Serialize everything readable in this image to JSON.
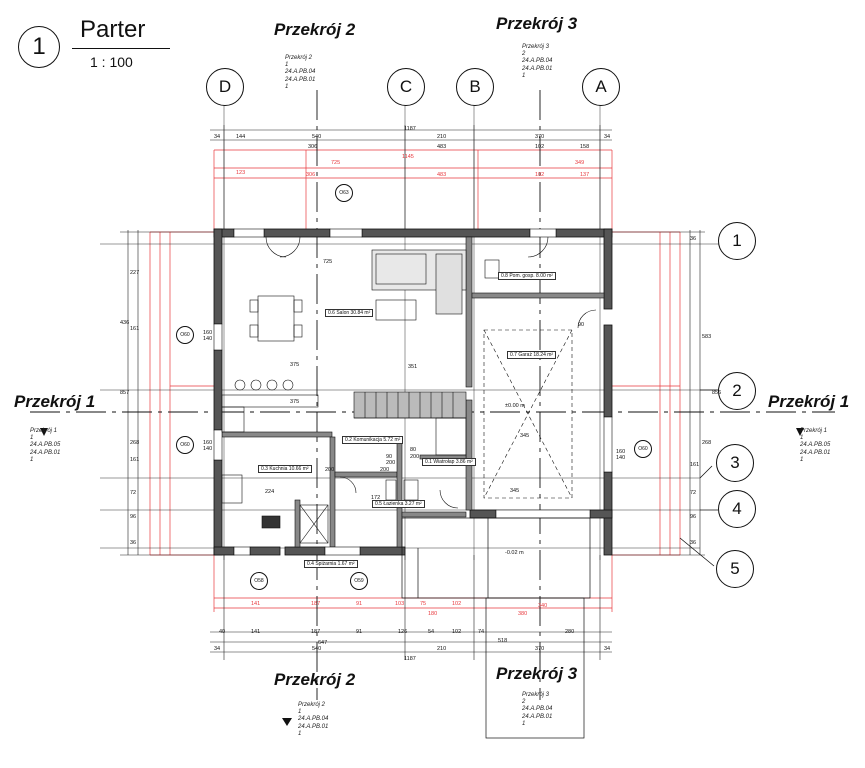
{
  "title": {
    "number": "1",
    "name": "Parter",
    "scale": "1 : 100"
  },
  "sections": {
    "s1_left": {
      "title": "Przekrój 1",
      "lines": "Przekrój 1\n1\n24.A.PB.05\n24.A.PB.01\n1"
    },
    "s1_right": {
      "title": "Przekrój 1",
      "lines": "Przekrój 1\n1\n24.A.PB.05\n24.A.PB.01\n1"
    },
    "s2_top": {
      "title": "Przekrój 2",
      "lines": "Przekrój 2\n1\n24.A.PB.04\n24.A.PB.01\n1"
    },
    "s2_bottom": {
      "title": "Przekrój 2",
      "lines": "Przekrój 2\n1\n24.A.PB.04\n24.A.PB.01\n1"
    },
    "s3_top": {
      "title": "Przekrój 3",
      "lines": "Przekrój 3\n2\n24.A.PB.04\n24.A.PB.01\n1"
    },
    "s3_bottom": {
      "title": "Przekrój 3",
      "lines": "Przekrój 3\n2\n24.A.PB.04\n24.A.PB.01\n1"
    }
  },
  "grid_columns": [
    "D",
    "C",
    "B",
    "A"
  ],
  "grid_rows": [
    "1",
    "2",
    "3",
    "4",
    "5"
  ],
  "rooms": {
    "salon": "0.6  Salon  30.84 m²",
    "pom_gosp": "0.8  Pom. gosp.  8.00 m²",
    "garaz": "0.7  Garaż  18.24 m²",
    "kuchnia": "0.3  Kuchnia  10.66 m²",
    "komunikacja": "0.2  Komunikacja  5.72 m²",
    "wiatrolap": "0.1  Wiatrołap  3.86 m²",
    "lazienka": "0.5  Łazienka  3.27 m²",
    "spizarnia": "0.4  Spiżarnia  1.67 m²"
  },
  "windows": [
    "O63",
    "O60",
    "O60",
    "O60",
    "O58",
    "O59"
  ],
  "dims": {
    "top1": [
      "34",
      "144",
      "540",
      "210",
      "370",
      "34",
      "1187"
    ],
    "top2": [
      "306",
      "483",
      "102",
      "158"
    ],
    "top_red": [
      "725",
      "1145",
      "349",
      "123",
      "306",
      "483",
      "102",
      "137"
    ],
    "bottom1": [
      "40",
      "141",
      "187",
      "91",
      "126",
      "54",
      "102",
      "74",
      "518",
      "280"
    ],
    "bottom2": [
      "34",
      "540",
      "210",
      "370",
      "34",
      "1187",
      "647"
    ],
    "bottom_red": [
      "141",
      "187",
      "91",
      "103",
      "75",
      "102",
      "180",
      "380",
      "340"
    ],
    "left": [
      "227",
      "436",
      "161",
      "857",
      "268",
      "161",
      "72",
      "96",
      "36"
    ],
    "right": [
      "36",
      "583",
      "856",
      "268",
      "161",
      "72",
      "96",
      "36"
    ],
    "interior": [
      "725",
      "375",
      "351",
      "375",
      "345",
      "224",
      "172",
      "80",
      "200",
      "345",
      "200",
      "90",
      "200",
      "160",
      "140",
      "160",
      "140",
      "160",
      "140",
      "90",
      "200",
      "-0.02 m",
      "±0.00 m"
    ]
  }
}
